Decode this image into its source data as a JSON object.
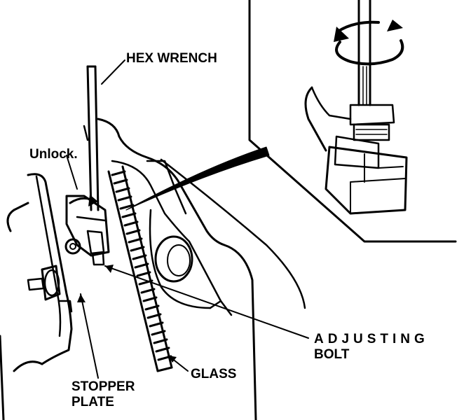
{
  "labels": {
    "hex_wrench": "HEX WRENCH",
    "unlock": "Unlock.",
    "adjusting_bolt_line1": "ADJUSTING",
    "adjusting_bolt_line2": "BOLT",
    "glass": "GLASS",
    "stopper_plate_line1": "STOPPER",
    "stopper_plate_line2": "PLATE"
  },
  "colors": {
    "ink": "#000000",
    "paper": "#ffffff"
  }
}
